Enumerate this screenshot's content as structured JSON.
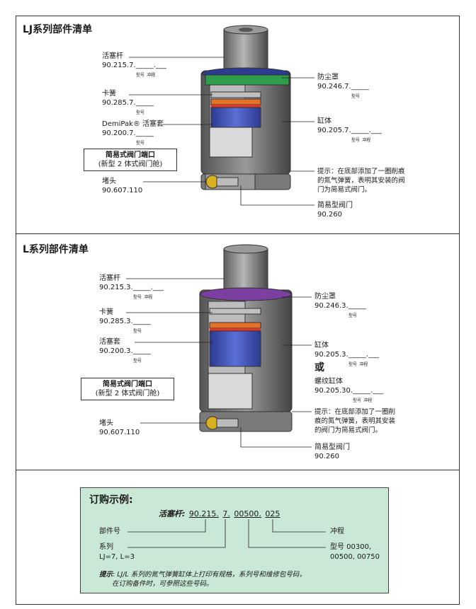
{
  "lj": {
    "title": "LJ系列部件清单",
    "piston_rod": {
      "name": "活塞杆",
      "code": "90.215.7.",
      "sub1": "型号",
      "sub2": "冲程"
    },
    "snap_ring": {
      "name": "卡簧",
      "code": "90.285.7.",
      "sub": "型号"
    },
    "sleeve": {
      "name": "DemiPak® 活塞套",
      "code": "90.200.7.",
      "sub": "型号"
    },
    "port_box": {
      "title": "简易式阀门端口",
      "sub": "(新型 2 体式阀门舱)"
    },
    "plug": {
      "name": "堵头",
      "code": "90.607.110"
    },
    "dust_cover": {
      "name": "防尘罩",
      "code": "90.246.7.",
      "sub": "型号"
    },
    "cylinder": {
      "name": "缸体",
      "code": "90.205.7.",
      "sub1": "型号",
      "sub2": "冲程"
    },
    "hint": [
      "提示：在底部添加了一圈削痕",
      "的氮气弹簧，表明其安装的阀",
      "门为简易式阀门。"
    ],
    "valve": {
      "name": "简易型阀门",
      "code": "90.260"
    }
  },
  "l": {
    "title": "L系列部件清单",
    "piston_rod": {
      "name": "活塞杆",
      "code": "90.215.3.",
      "sub1": "型号",
      "sub2": "冲程"
    },
    "snap_ring": {
      "name": "卡簧",
      "code": "90.285.3.",
      "sub": "型号"
    },
    "sleeve": {
      "name": "活塞套",
      "code": "90.200.3.",
      "sub": "型号"
    },
    "port_box": {
      "title": "简易式阀门端口",
      "sub": "(新型 2 体式阀门舱)"
    },
    "plug": {
      "name": "堵头",
      "code": "90.607.110"
    },
    "dust_cover": {
      "name": "防尘罩",
      "code": "90.246.3.",
      "sub": "型号"
    },
    "cylinder": {
      "name": "缸体",
      "code": "90.205.3.",
      "sub1": "型号",
      "sub2": "冲程"
    },
    "or": "或",
    "threaded": {
      "name": "螺纹缸体",
      "code": "90.205.30.",
      "sub1": "型号",
      "sub2": "冲程"
    },
    "hint": [
      "提示：在底部添加了一圈削",
      "痕的氮气弹簧，表明其安装",
      "的阀门为简易式阀门。"
    ],
    "valve": {
      "name": "简易型阀门",
      "code": "90.260"
    }
  },
  "order": {
    "title": "订购示例:",
    "code_key": "活塞杆:",
    "code_parts": [
      "90.215.",
      "7.",
      "00500.",
      "025"
    ],
    "part_no": "部件号",
    "series": "系列",
    "series_vals": "LJ=7, L=3",
    "stroke": "冲程",
    "model": "型号 00300,",
    "model2": "00500, 00750",
    "note_key": "提示",
    "note1": ": LJ/L 系列的氮气弹簧缸体上打印有规格，系列号和维修包号码，",
    "note2": "在订购备件时，可参照这些号码。"
  },
  "colors": {
    "green": "#2e9e4a",
    "purple": "#7a3fa0",
    "blue": "#3f4fb0",
    "orange": "#e8712a",
    "red": "#d63a2a",
    "gray": "#8a8a8a"
  }
}
